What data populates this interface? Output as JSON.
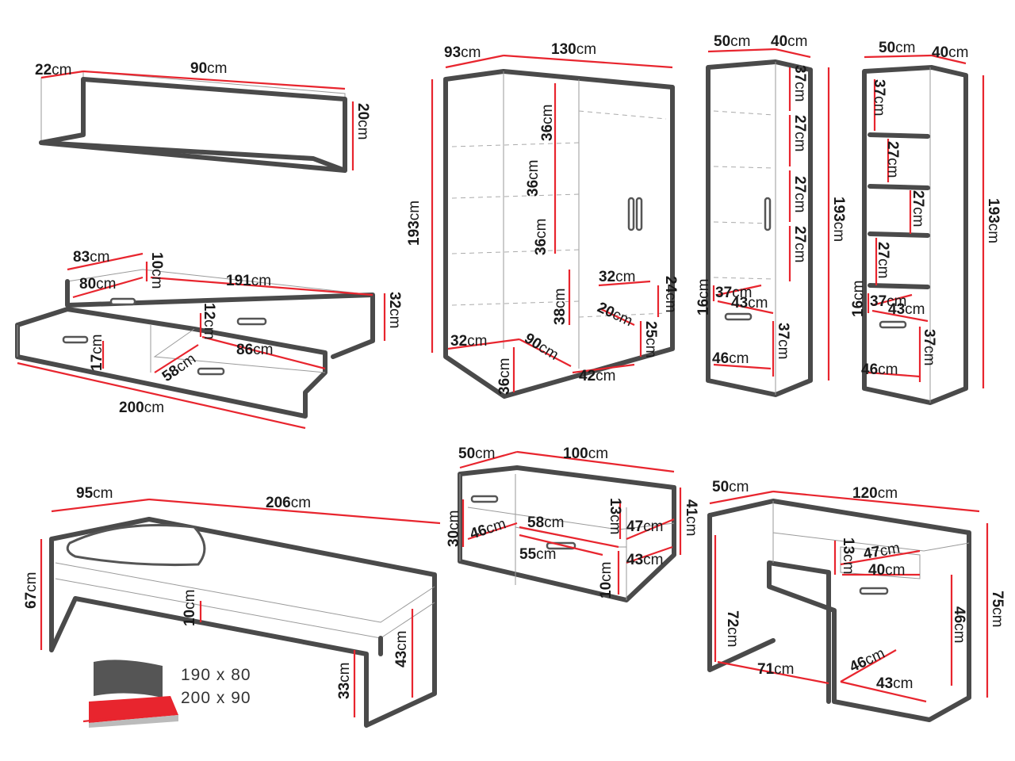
{
  "items": [
    {
      "name": "wall-shelf",
      "dims": [
        "22",
        "90",
        "20"
      ],
      "unit": "cm"
    },
    {
      "name": "bed-drawers",
      "dims": [
        "83",
        "10",
        "80",
        "191",
        "32",
        "12",
        "17",
        "86",
        "58",
        "200"
      ],
      "unit": "cm"
    },
    {
      "name": "corner-wardrobe",
      "dims": [
        "93",
        "130",
        "193",
        "36",
        "36",
        "36",
        "38",
        "32",
        "24",
        "20",
        "25",
        "32",
        "90",
        "36",
        "42"
      ],
      "unit": "cm"
    },
    {
      "name": "wardrobe-1-door",
      "dims": [
        "50",
        "40",
        "37",
        "27",
        "27",
        "27",
        "193",
        "16",
        "37",
        "43",
        "37",
        "46"
      ],
      "unit": "cm"
    },
    {
      "name": "open-bookcase",
      "dims": [
        "50",
        "40",
        "37",
        "27",
        "27",
        "27",
        "193",
        "16",
        "37",
        "43",
        "37",
        "46"
      ],
      "unit": "cm"
    },
    {
      "name": "single-bed",
      "dims": [
        "95",
        "206",
        "67",
        "10",
        "43",
        "33"
      ],
      "unit": "cm"
    },
    {
      "name": "tv-cabinet",
      "dims": [
        "50",
        "100",
        "30",
        "46",
        "58",
        "13",
        "47",
        "41",
        "55",
        "43",
        "10"
      ],
      "unit": "cm"
    },
    {
      "name": "desk",
      "dims": [
        "50",
        "120",
        "13",
        "47",
        "40",
        "72",
        "75",
        "46",
        "71",
        "46",
        "43"
      ],
      "unit": "cm"
    }
  ],
  "mattress_sizes": [
    "190 x 80",
    "200 x 90"
  ],
  "colors": {
    "measure": "#e8252e",
    "outline": "#4a4a4a",
    "text": "#1a1a1a"
  }
}
